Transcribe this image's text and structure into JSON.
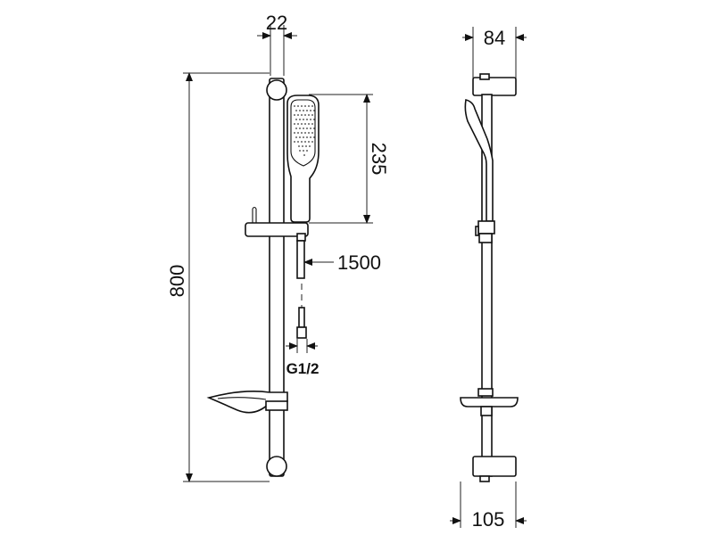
{
  "dimensions": {
    "bar_width": "22",
    "depth": "84",
    "handset_length": "235",
    "hose_length": "1500",
    "bar_length": "800",
    "connection": "G1/2",
    "bracket_depth": "105"
  }
}
